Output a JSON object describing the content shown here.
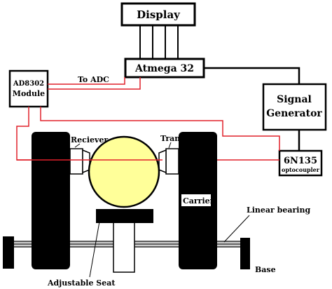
{
  "diagram": {
    "display": "Display",
    "mcu": "Atmega 32",
    "ad_module_top": "AD8302",
    "ad_module_bottom": "Module",
    "to_adc": "To ADC",
    "signal_gen_top": "Signal",
    "signal_gen_bottom": "Generator",
    "opto_top": "6N135",
    "opto_bottom": "optocoupler",
    "receiver": "Reciever",
    "transmitter": "Transmitter",
    "carrier": "Carrier",
    "linear_bearing": "Linear bearing",
    "base": "Base",
    "adjustable_seat": "Adjustable Seat"
  },
  "colors": {
    "wire_red": "#e0202a",
    "wire_black": "#000000",
    "ball_fill": "#ffff99",
    "block_fill": "#000000",
    "rod_fill": "#cccccc"
  }
}
